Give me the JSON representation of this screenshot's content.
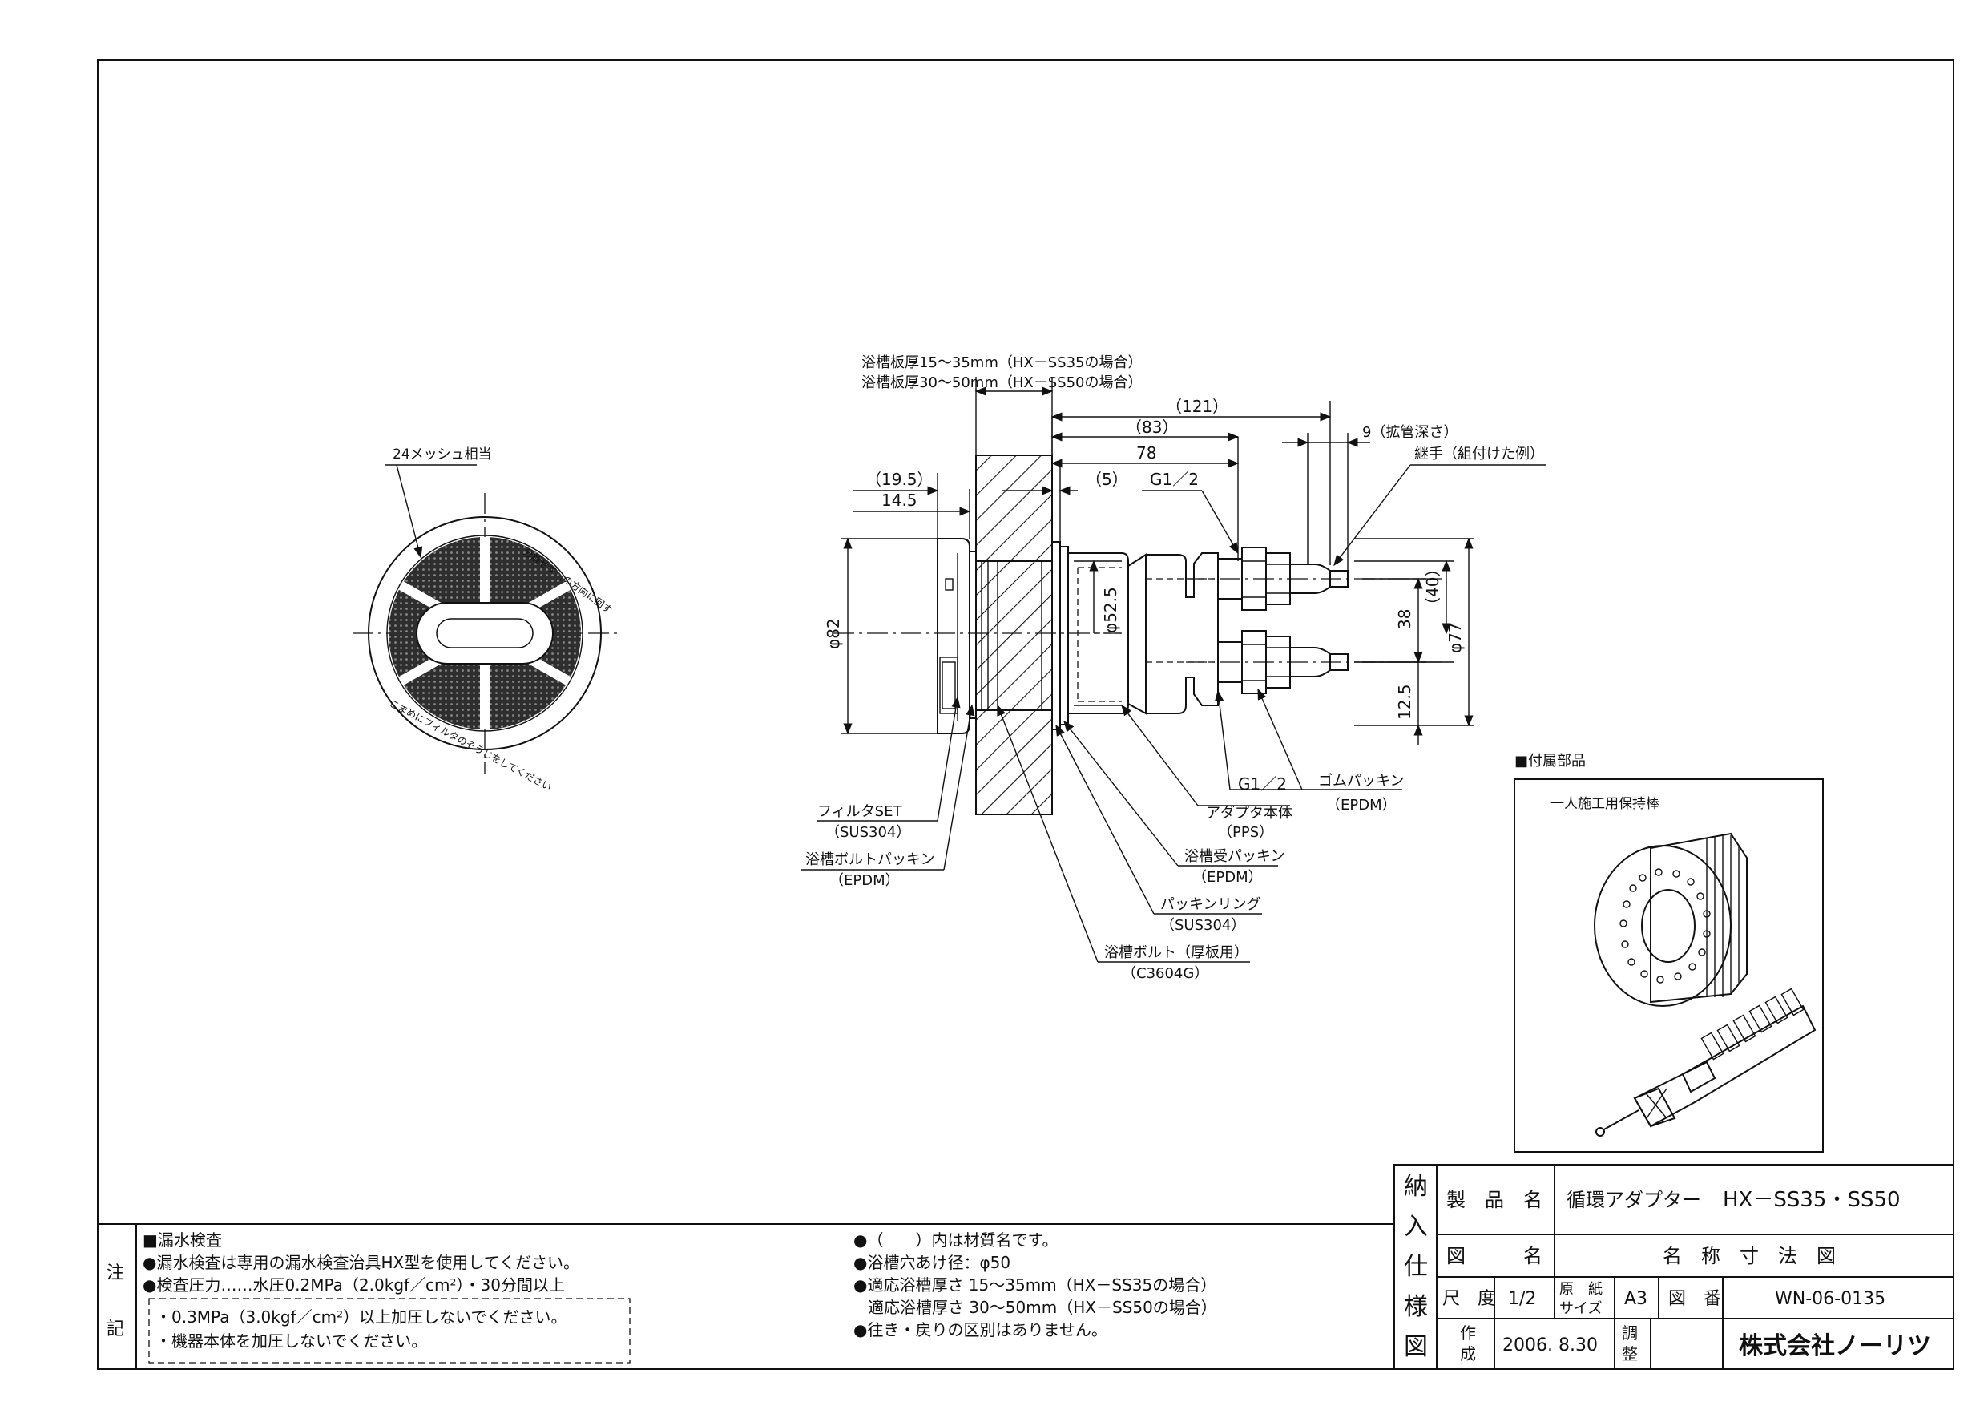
{
  "drawing_type": "納入仕様図",
  "dimensions": {
    "tub_thickness_ss35": "浴槽板厚15～35mm（HX－SS35の場合）",
    "tub_thickness_ss50": "浴槽板厚30～50mm（HX－SS50の場合）",
    "d121": "（121）",
    "d83": "（83）",
    "d78": "78",
    "d9": "9（拡管深さ）",
    "d19_5": "（19.5）",
    "d14_5": "14.5",
    "d5": "（5）",
    "g12_top": "G1／2",
    "phi82": "φ82",
    "phi52_5": "φ52.5",
    "d38": "38",
    "d40": "（40）",
    "phi77": "φ77",
    "d12_5": "12.5"
  },
  "labels": {
    "mesh": "24メッシュ相当",
    "joint": "継手（組付けた例）",
    "filter_set": "フィルタSET",
    "filter_mat": "（SUS304）",
    "bolt_packing": "浴槽ボルトパッキン",
    "bolt_packing_mat": "（EPDM）",
    "adapter_body": "アダプタ本体",
    "adapter_body_mat": "（PPS）",
    "g12_bottom": "G1／2",
    "rubber_packing": "ゴムパッキン",
    "rubber_packing_mat": "（EPDM）",
    "tub_packing": "浴槽受パッキン",
    "tub_packing_mat": "（EPDM）",
    "packing_ring": "パッキンリング",
    "packing_ring_mat": "（SUS304）",
    "tub_bolt": "浴槽ボルト（厚板用）",
    "tub_bolt_mat": "（C3604G）",
    "filter_text_top": "分解せず…の方向に回す",
    "filter_text_bottom": "こまめにフィルタのそうじをしてください"
  },
  "accessories": {
    "title": "■付属部品",
    "item": "一人施工用保持棒"
  },
  "notes_left": {
    "label_1": "注",
    "label_2": "記",
    "heading": "■漏水検査",
    "line1": "●漏水検査は専用の漏水検査治具HX型を使用してください。",
    "line2": "●検査圧力……水圧0.2MPa（2.0kgf／cm²）・30分間以上",
    "line3": "・0.3MPa（3.0kgf／cm²）以上加圧しないでください。",
    "line4": "・機器本体を加圧しないでください。"
  },
  "notes_right": {
    "line1": "●（　　）内は材質名です。",
    "line2": "●浴槽穴あけ径：φ50",
    "line3": "●適応浴槽厚さ 15～35mm（HX－SS35の場合）",
    "line4": "適応浴槽厚さ 30～50mm（HX－SS50の場合）",
    "line5": "●往き・戻りの区別はありません。"
  },
  "title_block": {
    "v1": "納",
    "v2": "入",
    "v3": "仕",
    "v4": "様",
    "v5": "図",
    "product_label": "製　品　名",
    "product_name": "循環アダプター",
    "product_model": "HX－SS35・SS50",
    "drawing_label": "図　　　名",
    "drawing_name": "名　称　寸　法　図",
    "scale_label": "尺　度",
    "scale": "1/2",
    "paper_label_1": "原　紙",
    "paper_label_2": "サイズ",
    "paper_size": "A3",
    "number_label": "図　番",
    "drawing_number": "WN-06-0135",
    "made_label_1": "作",
    "made_label_2": "成",
    "date": "2006. 8.30",
    "check_label_1": "調",
    "check_label_2": "整",
    "company": "株式会社ノーリツ"
  }
}
